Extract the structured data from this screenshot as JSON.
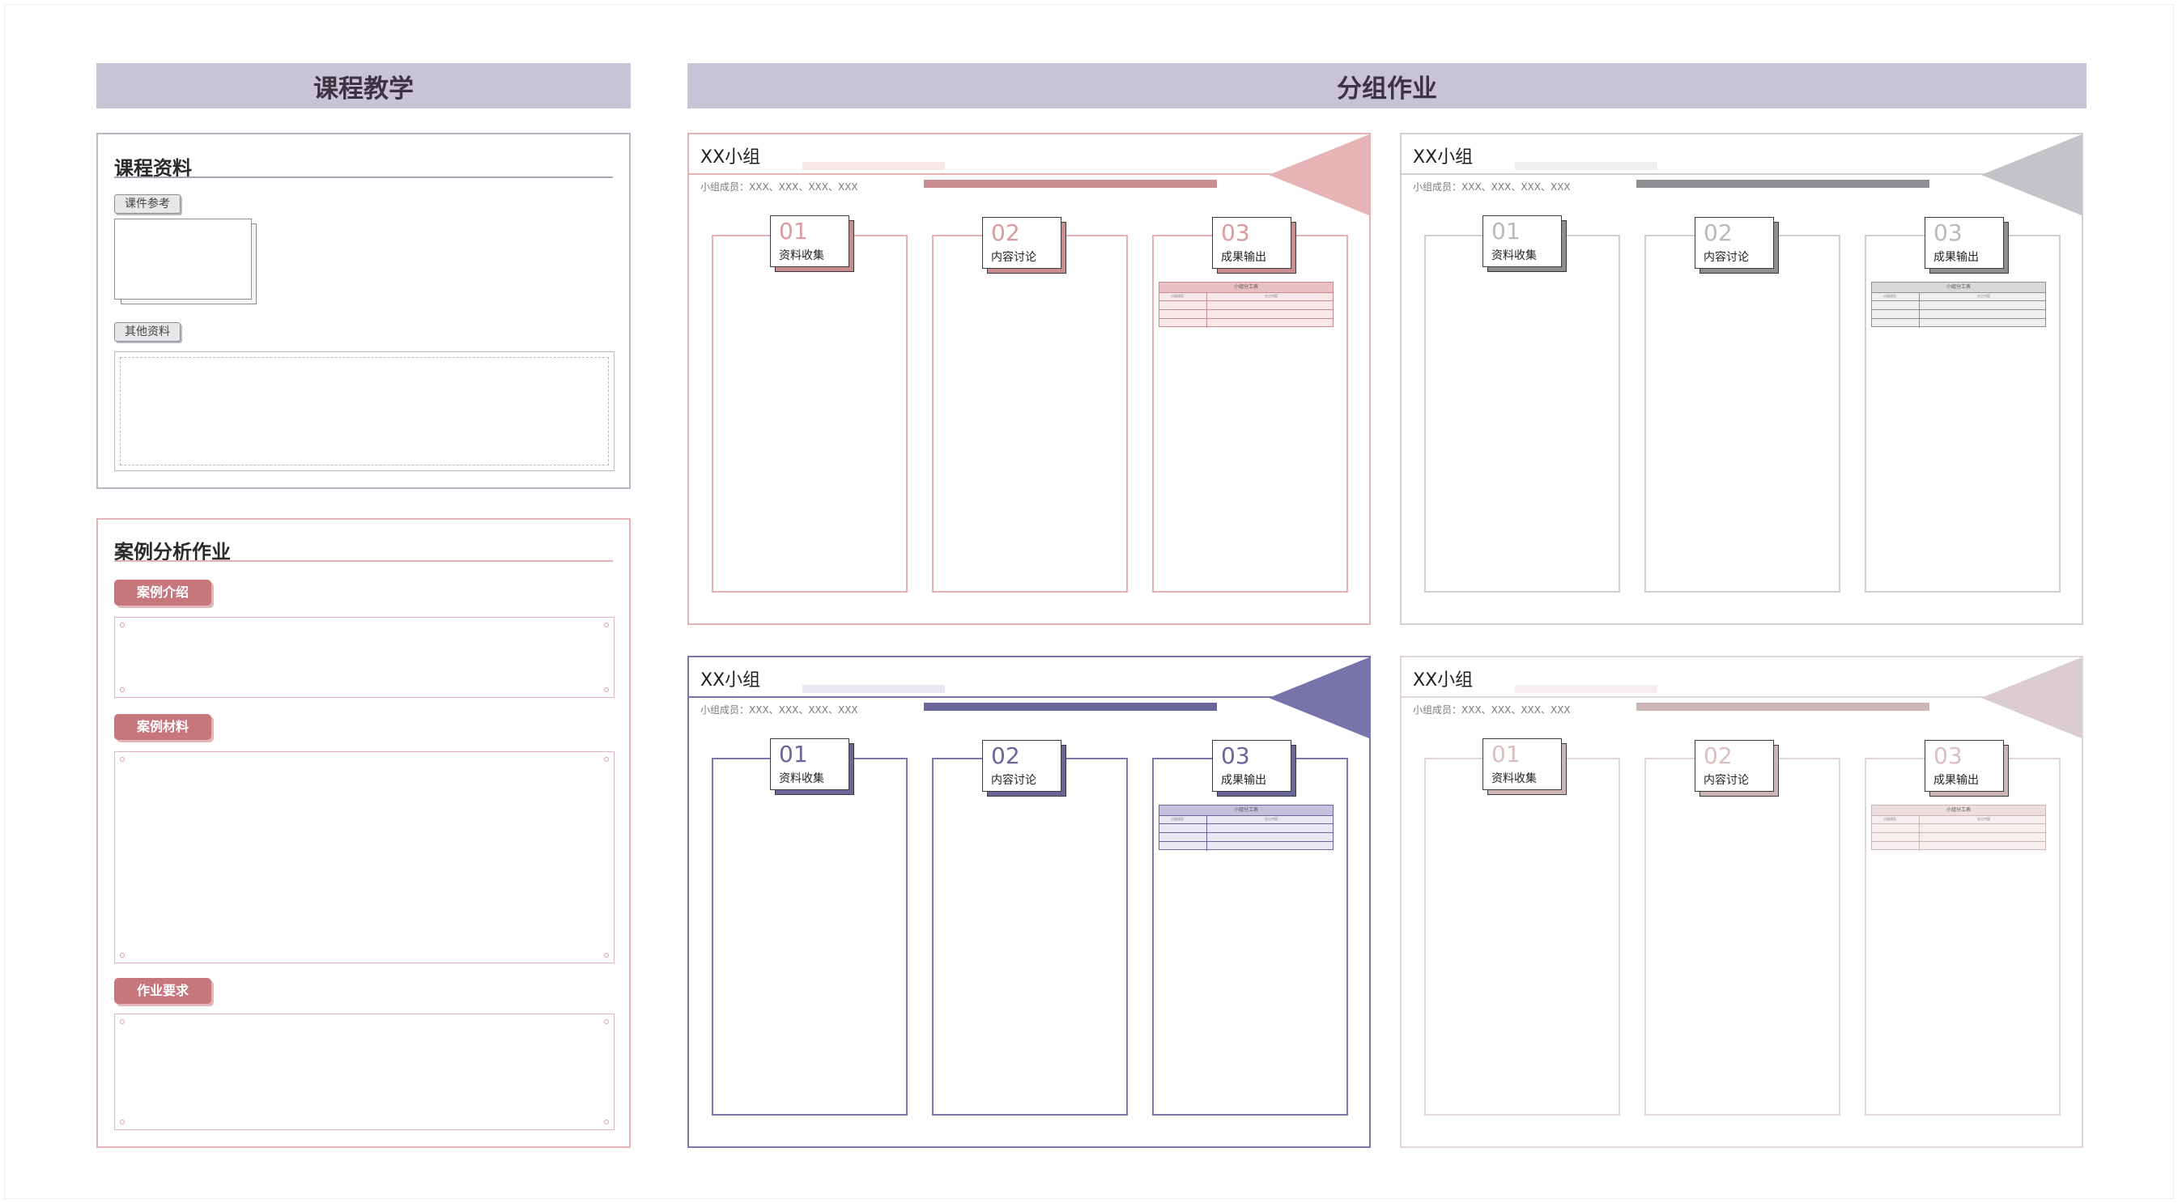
{
  "left_banner": "课程教学",
  "right_banner": "分组作业",
  "course_materials": {
    "title": "课程资料",
    "tag_courseware": "课件参考",
    "tag_other": "其他资料"
  },
  "case_analysis": {
    "title": "案例分析作业",
    "tag_intro": "案例介绍",
    "tag_materials": "案例材料",
    "tag_requirements": "作业要求"
  },
  "groups": [
    {
      "title": "XX小组",
      "members": "小组成员：XXX、XXX、XXX、XXX",
      "color": "#e6b3b6",
      "accent": "#c98c8f",
      "num_color": "#d99ba0",
      "table_head": "#e9c1c4",
      "table_row": "#f7e7e8",
      "frame": "#e7b2b4",
      "col": "#e7b2b4"
    },
    {
      "title": "XX小组",
      "members": "小组成员：XXX、XXX、XXX、XXX",
      "color": "#c4c4c8",
      "accent": "#8f8f93",
      "num_color": "#b9b9bd",
      "table_head": "#d9d9dc",
      "table_row": "#efefef",
      "frame": "#cfcfd2",
      "col": "#cfcfd2"
    },
    {
      "title": "XX小组",
      "members": "小组成员：XXX、XXX、XXX、XXX",
      "color": "#7873ab",
      "accent": "#6a6699",
      "num_color": "#6a6699",
      "table_head": "#c3c1dc",
      "table_row": "#e8e7f2",
      "frame": "#7a76ac",
      "col": "#7a76ac"
    },
    {
      "title": "XX小组",
      "members": "小组成员：XXX、XXX、XXX、XXX",
      "color": "#dbcdcf",
      "accent": "#cdb5b6",
      "num_color": "#dbbfc0",
      "table_head": "#ecdedf",
      "table_row": "#f6eeef",
      "frame": "#e0d6d7",
      "col": "#e0d6d7"
    }
  ],
  "step_cards": [
    {
      "num": "01",
      "label": "资料收集"
    },
    {
      "num": "02",
      "label": "内容讨论"
    },
    {
      "num": "03",
      "label": "成果输出"
    }
  ],
  "mini_table": {
    "head": "小组分工表",
    "col1": "小组成员",
    "col2": "分工内容"
  }
}
